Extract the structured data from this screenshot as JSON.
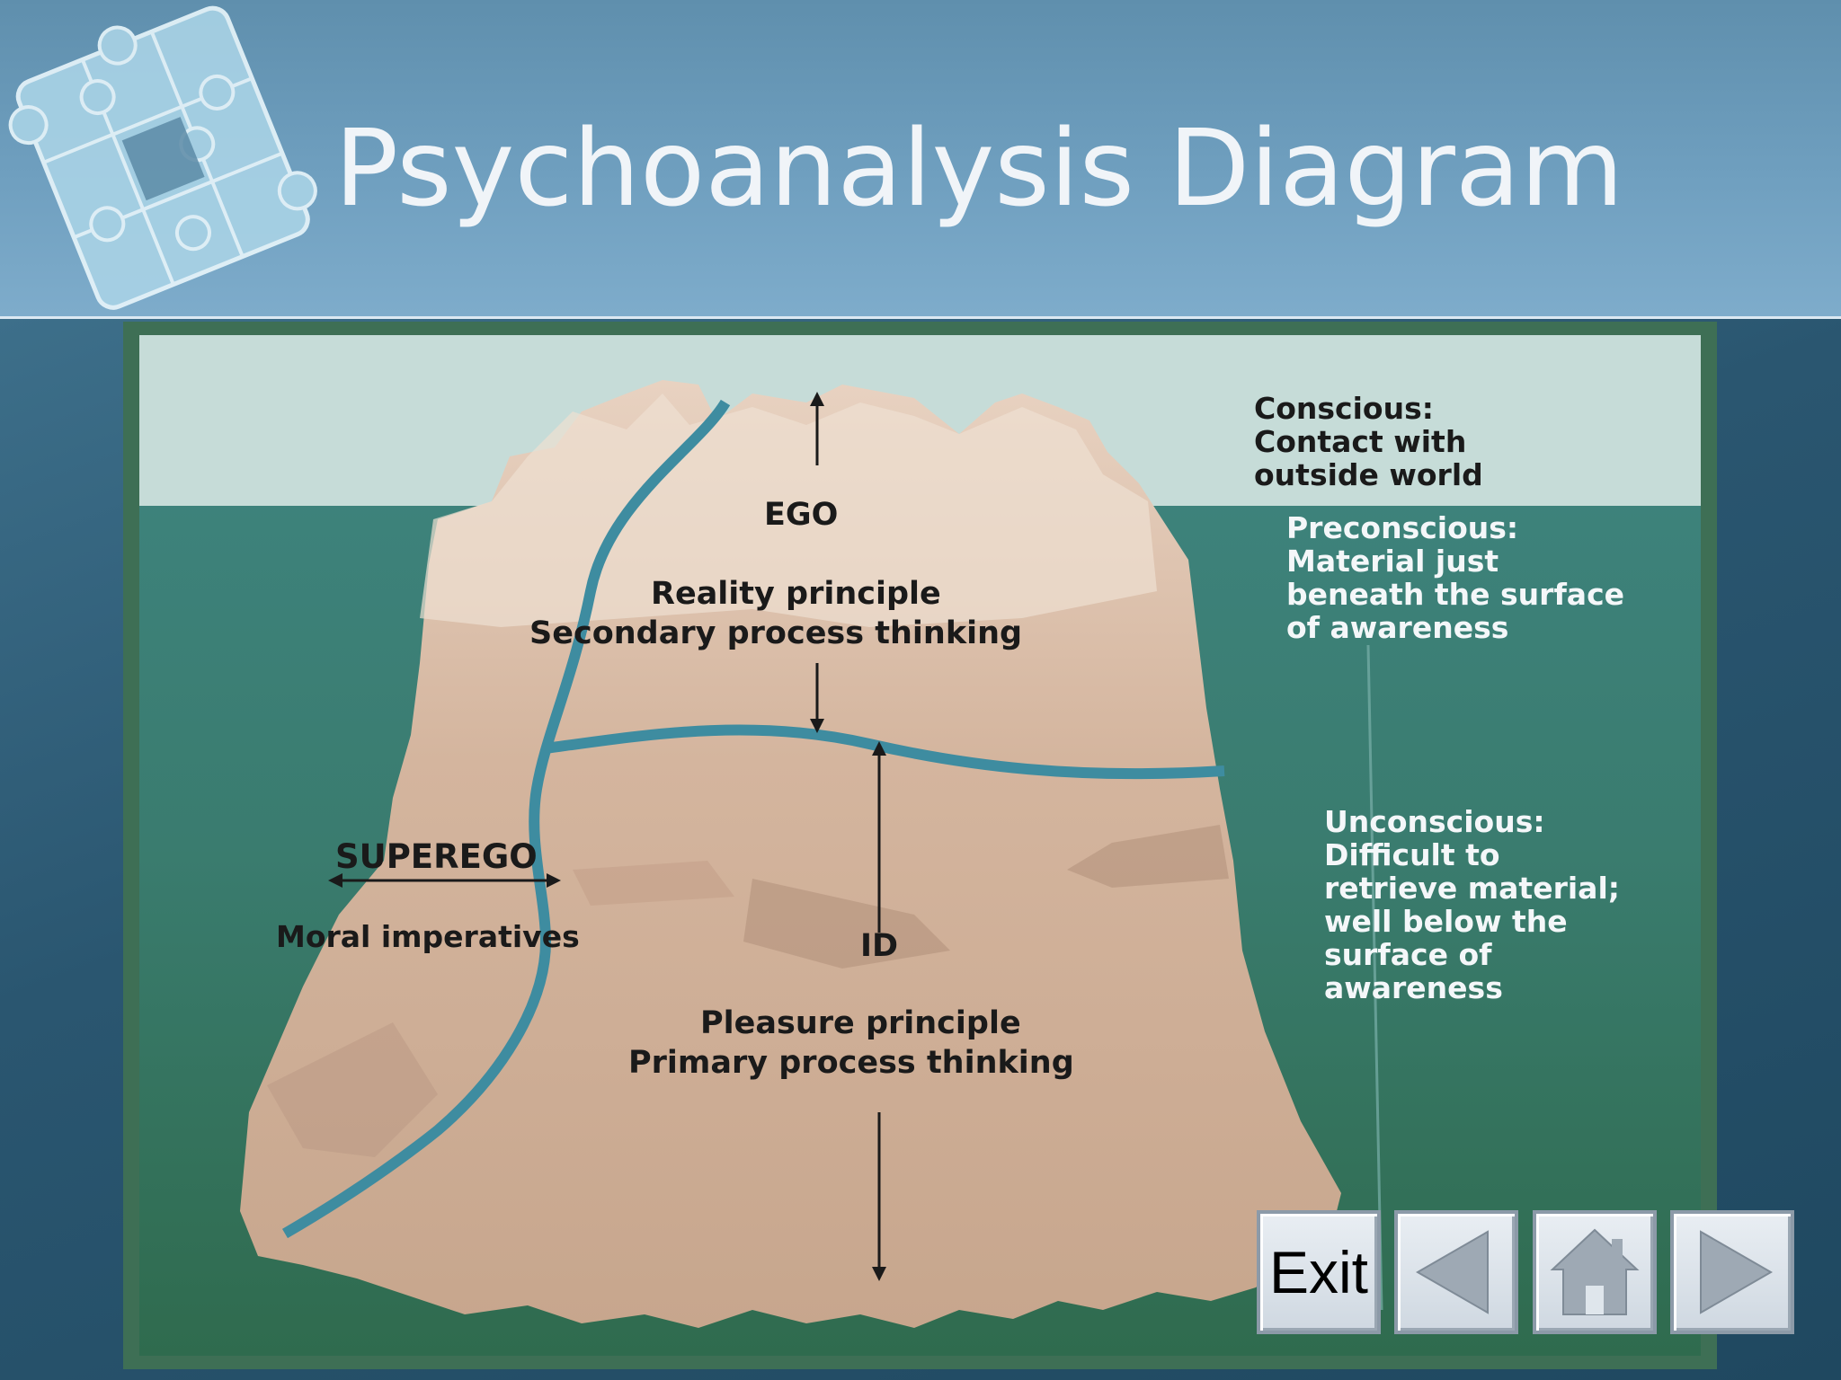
{
  "slide": {
    "title": "Psychoanalysis Diagram"
  },
  "diagram": {
    "labels": {
      "ego": "EGO",
      "ego_desc_1": "Reality principle",
      "ego_desc_2": "Secondary process thinking",
      "superego": "SUPEREGO",
      "superego_desc": "Moral imperatives",
      "id": "ID",
      "id_desc_1": "Pleasure principle",
      "id_desc_2": "Primary process thinking"
    },
    "levels": {
      "conscious": [
        "Conscious:",
        "Contact with",
        "outside world"
      ],
      "preconscious": [
        "Preconscious:",
        "Material just",
        "beneath the surface",
        "of awareness"
      ],
      "unconscious": [
        "Unconscious:",
        "Difficult to",
        "retrieve material;",
        "well below the",
        "surface of",
        "awareness"
      ]
    }
  },
  "navigation": {
    "exit_label": "Exit",
    "back_icon": "left-triangle-icon",
    "home_icon": "home-icon",
    "forward_icon": "right-triangle-icon"
  },
  "colors": {
    "sky": "#c6dcd8",
    "water": "#3f8581",
    "iceberg": "#d6b9a2",
    "divider": "#3e8ca0"
  }
}
